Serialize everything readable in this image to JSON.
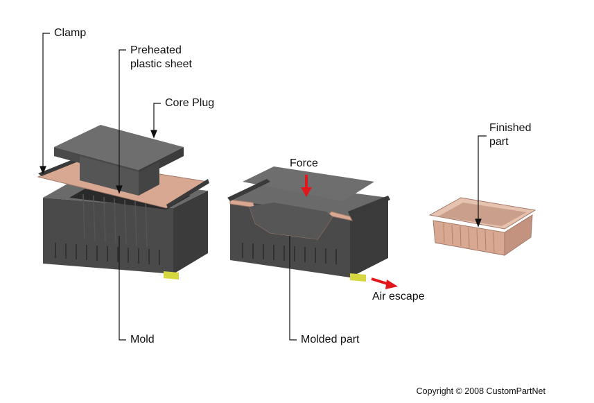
{
  "labels": {
    "clamp": "Clamp",
    "preheated": "Preheated\nplastic sheet",
    "core_plug": "Core Plug",
    "force": "Force",
    "finished": "Finished\npart",
    "air_escape": "Air escape",
    "mold": "Mold",
    "molded_part": "Molded part"
  },
  "copyright": "Copyright © 2008 CustomPartNet",
  "colors": {
    "mold_dark": "#4a4a4a",
    "mold_mid": "#6e6e6e",
    "mold_light": "#8c8c8c",
    "plastic": "#d9a892",
    "arrow_red": "#e0181b",
    "air_yellow": "#d6d640"
  }
}
